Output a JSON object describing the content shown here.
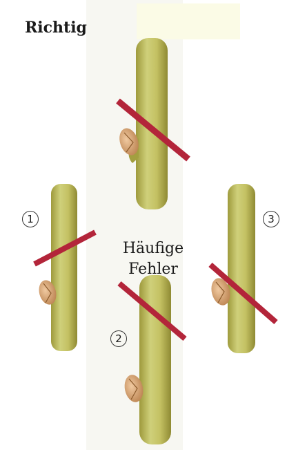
{
  "title": "Richtig",
  "mistakes_label_line1": "Häufige",
  "mistakes_label_line2": "Fehler",
  "numbers": [
    "①",
    "②",
    "③"
  ],
  "colors": {
    "bark": "#c8c86a",
    "bark_dark": "#9e9a3c",
    "bud": "#d7a275",
    "cut": "#b3253a",
    "panel": "#f8f8ef"
  }
}
